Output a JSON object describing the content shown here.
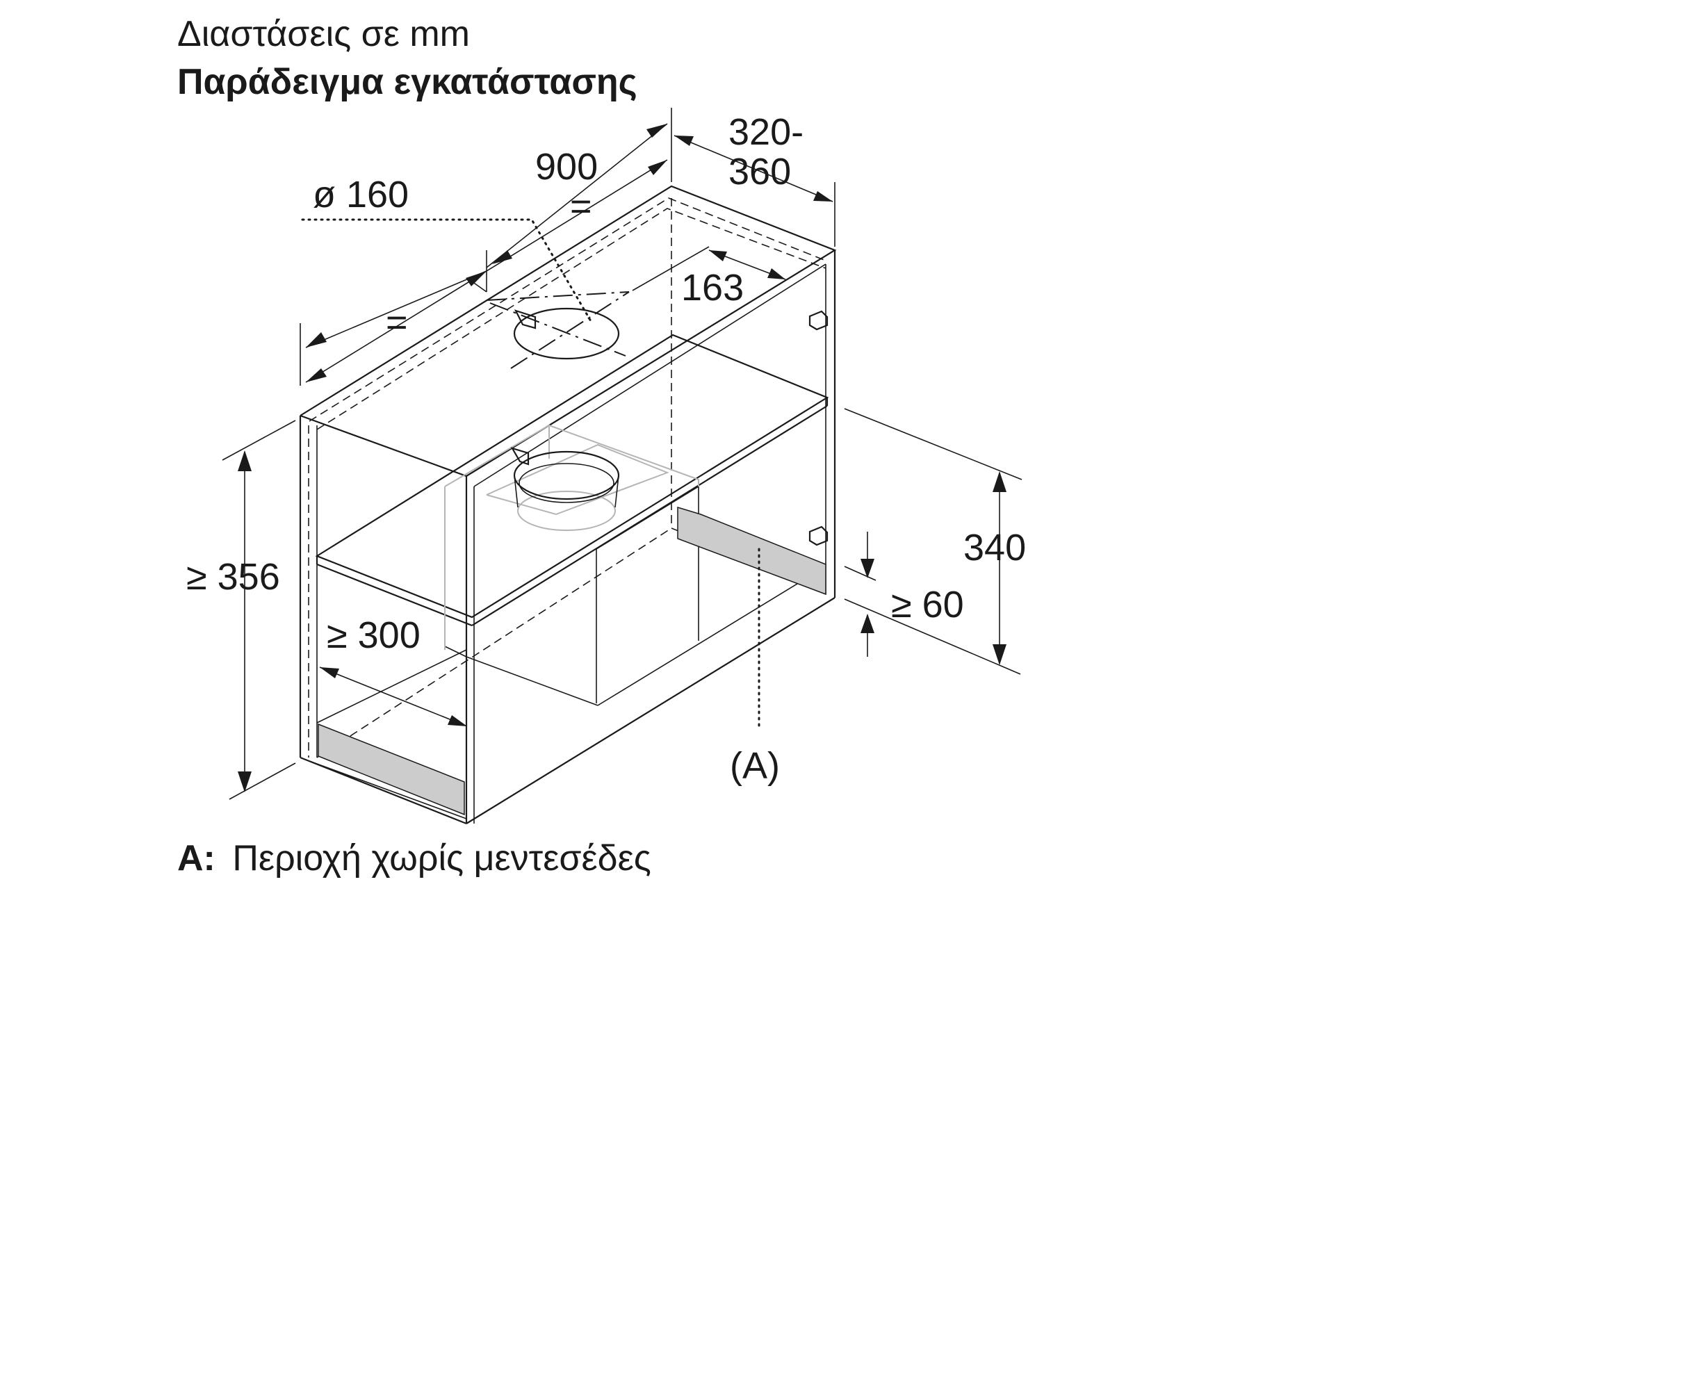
{
  "header": {
    "units_line": "Διαστάσεις σε mm",
    "title": "Παράδειγμα εγκατάστασης"
  },
  "dimensions": {
    "width_900": "900",
    "depth_top": "320-",
    "depth_bottom": "360",
    "duct_diameter": "ø 160",
    "equal_upper": "=",
    "equal_lower": "=",
    "offset_163": "163",
    "height_min_356": "≥ 356",
    "depth_min_300": "≥ 300",
    "height_340": "340",
    "height_min_60": "≥ 60"
  },
  "callout": {
    "label_A": "(A)"
  },
  "legend": {
    "key": "A:",
    "text": "Περιοχή χωρίς μεντεσέδες"
  }
}
